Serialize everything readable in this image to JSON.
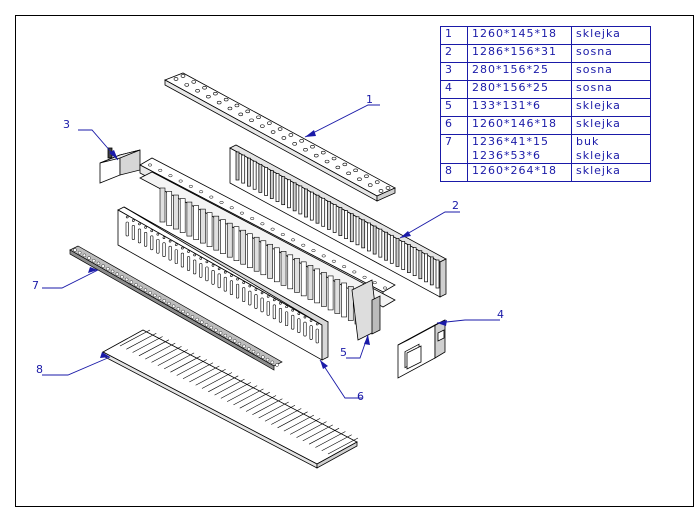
{
  "parts_table": {
    "rows": [
      {
        "no": "1",
        "dim": "1260*145*18",
        "mat": "sklejka"
      },
      {
        "no": "2",
        "dim": "1286*156*31",
        "mat": "sosna"
      },
      {
        "no": "3",
        "dim": "280*156*25",
        "mat": "sosna"
      },
      {
        "no": "4",
        "dim": "280*156*25",
        "mat": "sosna"
      },
      {
        "no": "5",
        "dim": "133*131*6",
        "mat": "sklejka"
      },
      {
        "no": "6",
        "dim": "1260*146*18",
        "mat": "sklejka"
      },
      {
        "no": "7",
        "dim": "1236*41*15",
        "mat": "buk",
        "dim2": "1236*53*6",
        "mat2": "sklejka"
      },
      {
        "no": "8",
        "dim": "1260*264*18",
        "mat": "sklejka"
      }
    ]
  },
  "callouts": [
    "1",
    "2",
    "3",
    "4",
    "5",
    "6",
    "7",
    "8"
  ],
  "colors": {
    "annotation": "#1a1aa8",
    "line": "#000000",
    "background": "#ffffff"
  }
}
